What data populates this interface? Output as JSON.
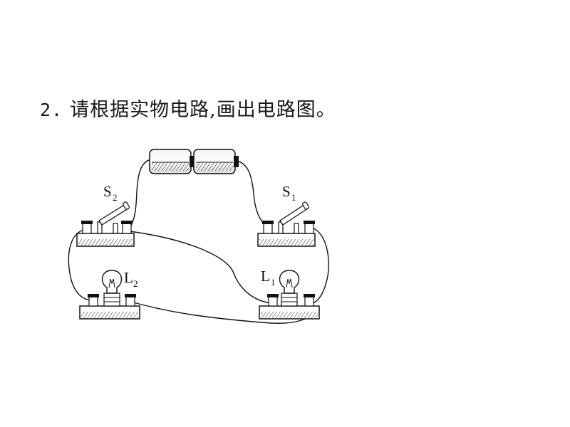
{
  "question": {
    "number": "2.",
    "text": "请根据实物电路,画出电路图。"
  },
  "components": {
    "switch_s2": {
      "letter": "S",
      "sub": "2"
    },
    "switch_s1": {
      "letter": "S",
      "sub": "1"
    },
    "lamp_l2": {
      "letter": "L",
      "sub": "2"
    },
    "lamp_l1": {
      "letter": "L",
      "sub": "1"
    }
  },
  "colors": {
    "ink": "#111111",
    "background": "#ffffff"
  }
}
